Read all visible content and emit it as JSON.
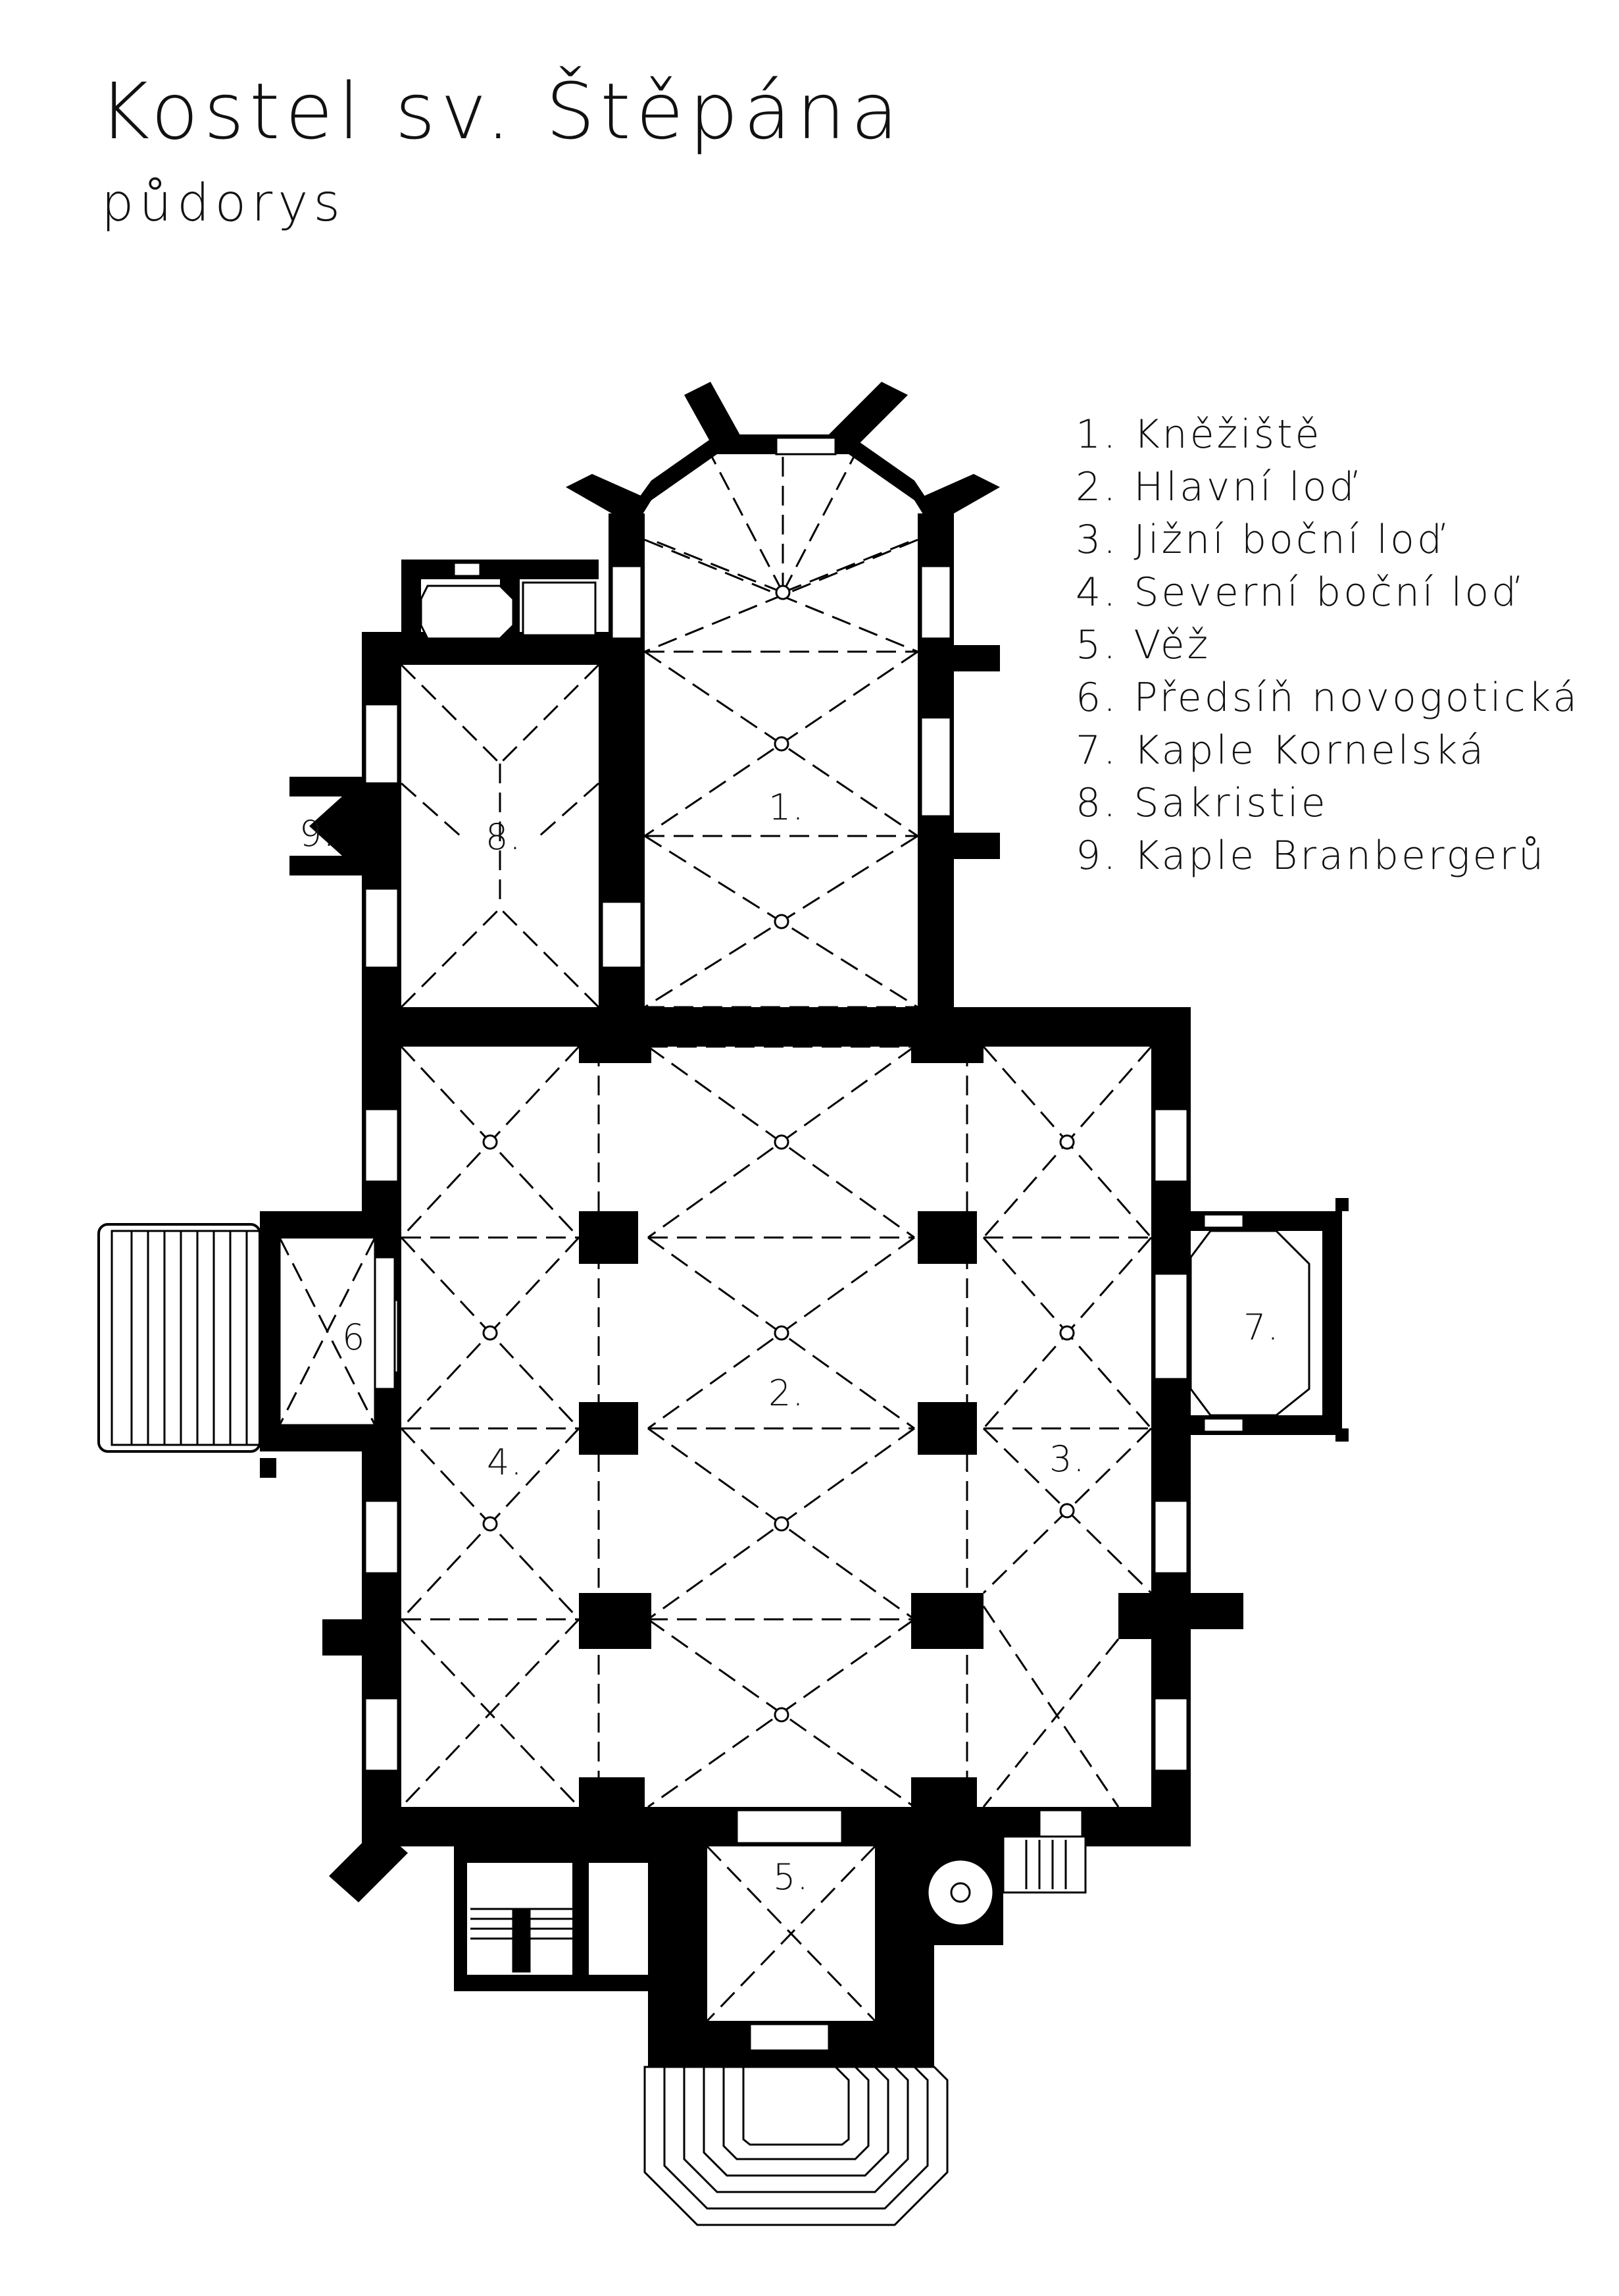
{
  "title": "Kostel sv. Štěpána",
  "subtitle": "půdorys",
  "legend": [
    "1. Kněžiště",
    "2. Hlavní loď",
    "3. Jižní boční loď",
    "4. Severní boční loď",
    "5. Věž",
    "6. Předsíň novogotická",
    "7. Kaple Kornelská",
    "8. Sakristie",
    "9. Kaple Branbergerů"
  ],
  "plan_labels": {
    "chancel": "1.",
    "nave": "2.",
    "south_aisle": "3.",
    "north_aisle": "4.",
    "tower": "5.",
    "porch": "6",
    "kornel_chapel": "7.",
    "sacristy": "8.",
    "branberger_chapel": "9."
  },
  "colors": {
    "wall": "#000000",
    "background": "#ffffff"
  }
}
